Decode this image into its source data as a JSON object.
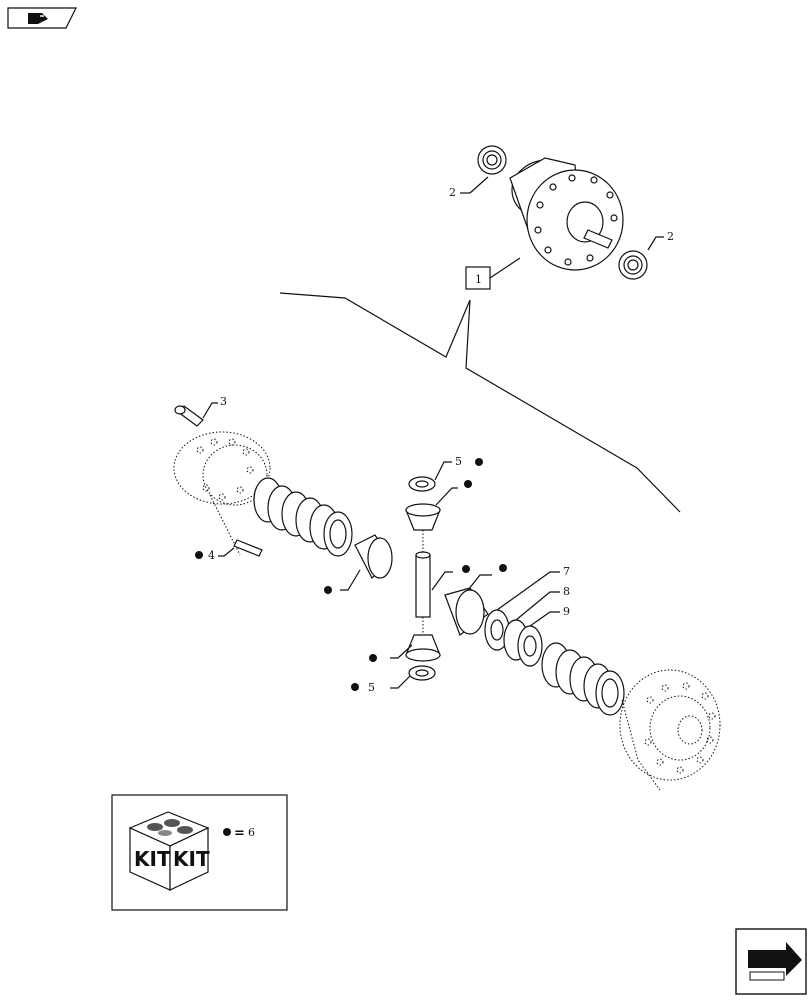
{
  "callouts": {
    "assembly": "1",
    "bearing_left": "2",
    "bearing_right": "2",
    "bolt": "3",
    "pin": "4",
    "washer_top": "5",
    "washer_bottom": "5",
    "plate_7": "7",
    "plate_8": "8",
    "plate_9": "9"
  },
  "kit": {
    "box_text_left": "KIT",
    "box_text_right": "KIT",
    "equals": "=",
    "number": "6"
  },
  "nav": {
    "top_icon": "book-page-icon",
    "bottom_icon": "next-page-arrow-icon"
  }
}
